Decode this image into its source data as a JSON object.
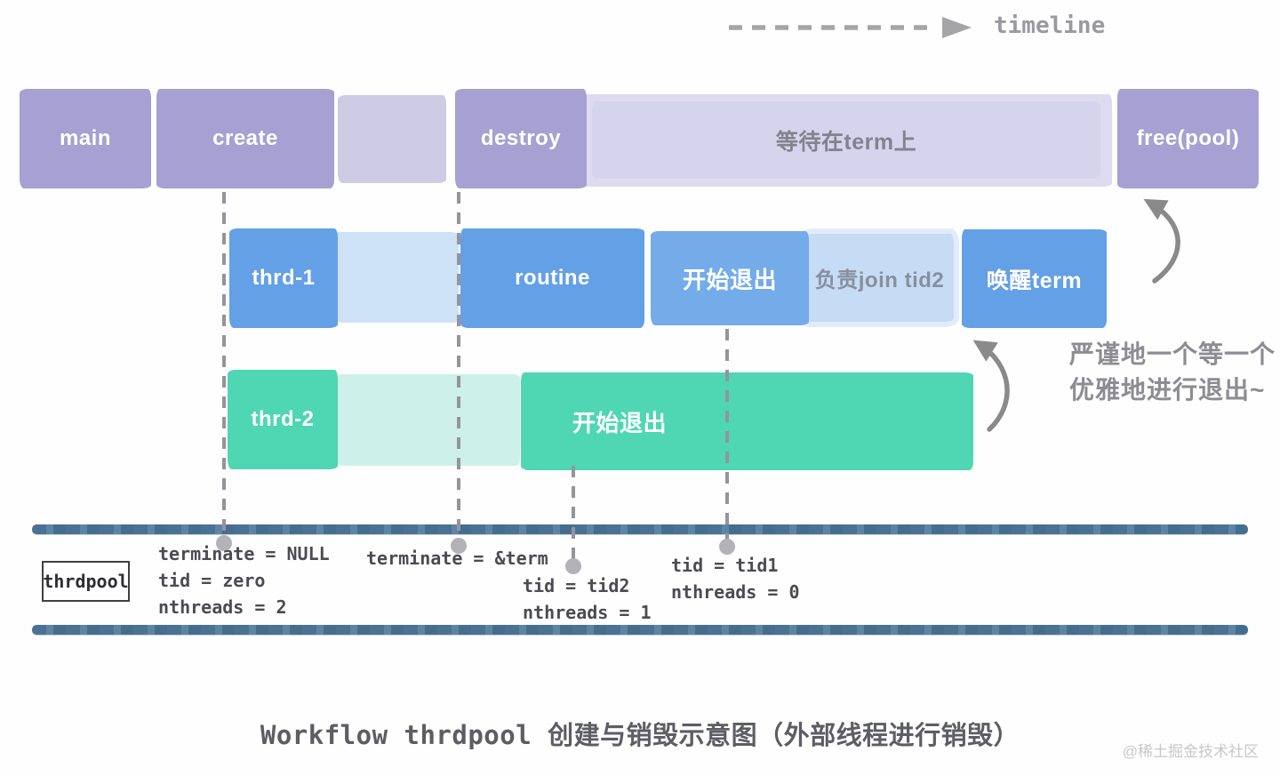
{
  "timeline": {
    "label": "timeline"
  },
  "main_row": {
    "main": "main",
    "create": "create",
    "destroy": "destroy",
    "wait_term": "等待在term上",
    "free_pool": "free(pool)"
  },
  "thrd1_row": {
    "thrd1": "thrd-1",
    "routine": "routine",
    "begin_exit": "开始退出",
    "join_tid2": "负责join tid2",
    "wake_term": "唤醒term"
  },
  "thrd2_row": {
    "thrd2": "thrd-2",
    "begin_exit": "开始退出"
  },
  "pool": {
    "box_label": "thrdpool"
  },
  "states": {
    "s1": {
      "l1": "terminate = NULL",
      "l2": "tid = zero",
      "l3": "nthreads = 2"
    },
    "s2": {
      "l1": "terminate = &term"
    },
    "s3": {
      "l1": "tid = tid2",
      "l2": "nthreads = 1"
    },
    "s4": {
      "l1": "tid = tid1",
      "l2": "nthreads = 0"
    }
  },
  "note": {
    "l1": "严谨地一个等一个",
    "l2": "优雅地进行退出~"
  },
  "title": "Workflow thrdpool 创建与销毁示意图（外部线程进行销毁）",
  "watermark": "@稀土掘金技术社区",
  "colors": {
    "purple": "#a7a0d2",
    "purple_light": "#d6d3ec",
    "blue": "#64a0e6",
    "blue_light": "#c6dbf4",
    "teal": "#4fd6b2",
    "teal_light": "#c9efe5",
    "steel_rule": "#4d7495",
    "arrow_gray": "#8a8a8a",
    "dashed_line": "#94949b"
  }
}
